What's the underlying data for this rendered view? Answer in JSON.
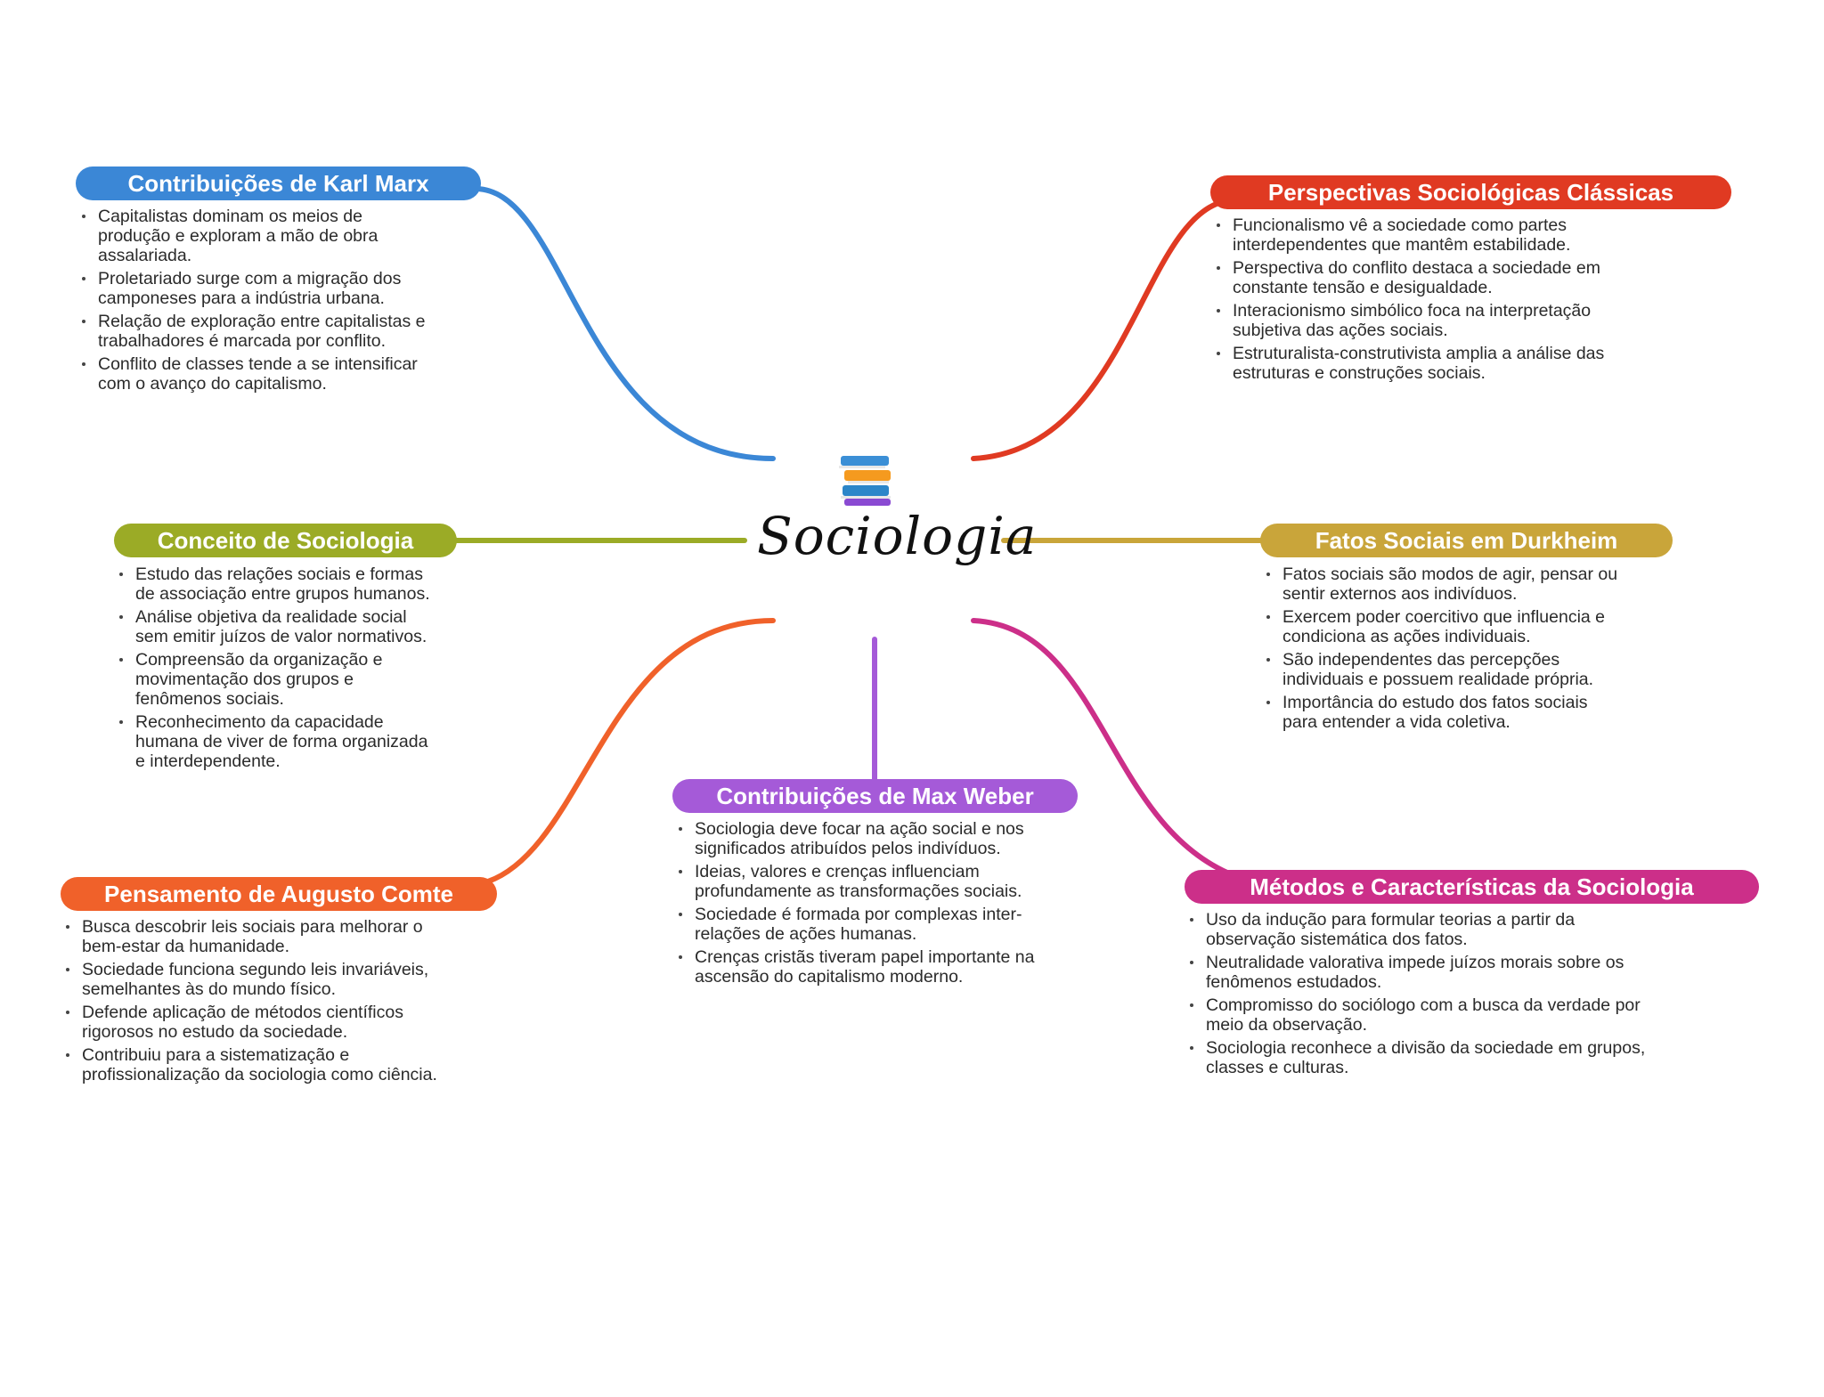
{
  "center": {
    "title": "Sociologia",
    "icon": "books-icon"
  },
  "branches": [
    {
      "id": "marx",
      "title": "Contribuições de Karl Marx",
      "color": "#3b87d6",
      "items": [
        "Capitalistas dominam os meios de produção e exploram a mão de obra assalariada.",
        "Proletariado surge com a migração dos camponeses para a indústria urbana.",
        "Relação de exploração entre capitalistas e trabalhadores é marcada por conflito.",
        "Conflito de classes tende a se intensificar com o avanço do capitalismo."
      ]
    },
    {
      "id": "perspectivas",
      "title": "Perspectivas Sociológicas Clássicas",
      "color": "#e03a22",
      "items": [
        "Funcionalismo vê a sociedade como partes interdependentes que mantêm estabilidade.",
        "Perspectiva do conflito destaca a sociedade em constante tensão e desigualdade.",
        "Interacionismo simbólico foca na interpretação subjetiva das ações sociais.",
        "Estruturalista-construtivista amplia a análise das estruturas e construções sociais."
      ]
    },
    {
      "id": "conceito",
      "title": "Conceito de Sociologia",
      "color": "#9bab26",
      "items": [
        "Estudo das relações sociais e formas de associação entre grupos humanos.",
        "Análise objetiva da realidade social sem emitir juízos de valor normativos.",
        "Compreensão da organização e movimentação dos grupos e fenômenos sociais.",
        "Reconhecimento da capacidade humana de viver de forma organizada e interdependente."
      ]
    },
    {
      "id": "durkheim",
      "title": "Fatos Sociais em Durkheim",
      "color": "#c9a53a",
      "items": [
        "Fatos sociais são modos de agir, pensar ou sentir externos aos indivíduos.",
        "Exercem poder coercitivo que influencia e condiciona as ações individuais.",
        "São independentes das percepções individuais e possuem realidade própria.",
        "Importância do estudo dos fatos sociais para entender a vida coletiva."
      ]
    },
    {
      "id": "weber",
      "title": "Contribuições de Max Weber",
      "color": "#a55ad8",
      "items": [
        "Sociologia deve focar na ação social e nos significados atribuídos pelos indivíduos.",
        "Ideias, valores e crenças influenciam profundamente as transformações sociais.",
        "Sociedade é formada por complexas inter-relações de ações humanas.",
        "Crenças cristãs tiveram papel importante na ascensão do capitalismo moderno."
      ]
    },
    {
      "id": "comte",
      "title": "Pensamento de Augusto Comte",
      "color": "#f0612a",
      "items": [
        "Busca descobrir leis sociais para melhorar o bem-estar da humanidade.",
        "Sociedade funciona segundo leis invariáveis, semelhantes às do mundo físico.",
        "Defende aplicação de métodos científicos rigorosos no estudo da sociedade.",
        "Contribuiu para a sistematização e profissionalização da sociologia como ciência."
      ]
    },
    {
      "id": "metodos",
      "title": "Métodos e Características da Sociologia",
      "color": "#cc2f89",
      "items": [
        "Uso da indução para formular teorias a partir da observação sistemática dos fatos.",
        "Neutralidade valorativa impede juízos morais sobre os fenômenos estudados.",
        "Compromisso do sociólogo com a busca da verdade por meio da observação.",
        "Sociologia reconhece a divisão da sociedade em grupos, classes e culturas."
      ]
    }
  ]
}
